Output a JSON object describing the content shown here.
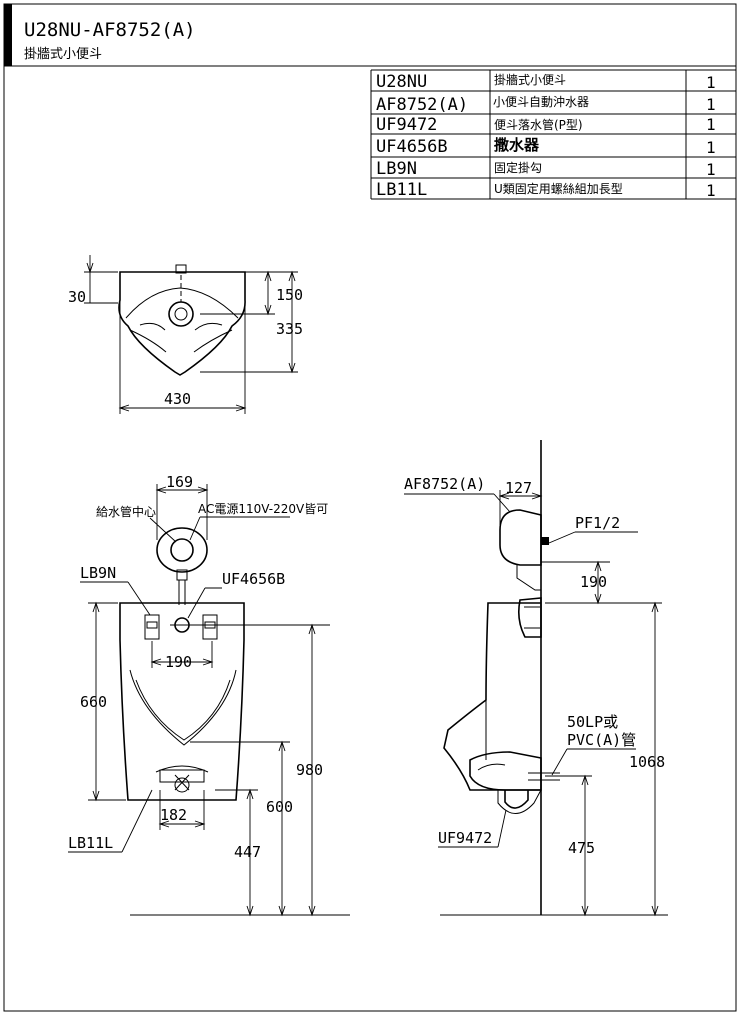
{
  "title": {
    "model": "U28NU-AF8752(A)",
    "subtitle": "掛牆式小便斗"
  },
  "parts_table": [
    {
      "code": "U28NU",
      "name": "掛牆式小便斗",
      "qty": "1"
    },
    {
      "code": "AF8752(A)",
      "name": "小便斗自動沖水器",
      "qty": "1"
    },
    {
      "code": "UF9472",
      "name": "便斗落水管(P型)",
      "qty": "1"
    },
    {
      "code": "UF4656B",
      "name": "撒水器",
      "qty": "1"
    },
    {
      "code": "LB9N",
      "name": "固定掛勾",
      "qty": "1"
    },
    {
      "code": "LB11L",
      "name": "U類固定用螺絲組加長型",
      "qty": "1"
    }
  ],
  "top_view": {
    "dim_30": "30",
    "dim_150": "150",
    "dim_335": "335",
    "dim_430": "430"
  },
  "front_view": {
    "dim_169": "169",
    "label_water_center": "給水管中心",
    "label_ac_power": "AC電源110V-220V皆可",
    "label_lb9n": "LB9N",
    "label_uf4656b": "UF4656B",
    "dim_190": "190",
    "dim_660": "660",
    "dim_980": "980",
    "dim_600": "600",
    "dim_447": "447",
    "dim_182": "182",
    "label_lb11l": "LB11L"
  },
  "side_view": {
    "label_af8752": "AF8752(A)",
    "dim_127": "127",
    "label_pf": "PF1/2",
    "dim_190": "190",
    "label_pipe1": "50LP或",
    "label_pipe2": "PVC(A)管",
    "dim_1068": "1068",
    "label_uf9472": "UF9472",
    "dim_475": "475"
  }
}
